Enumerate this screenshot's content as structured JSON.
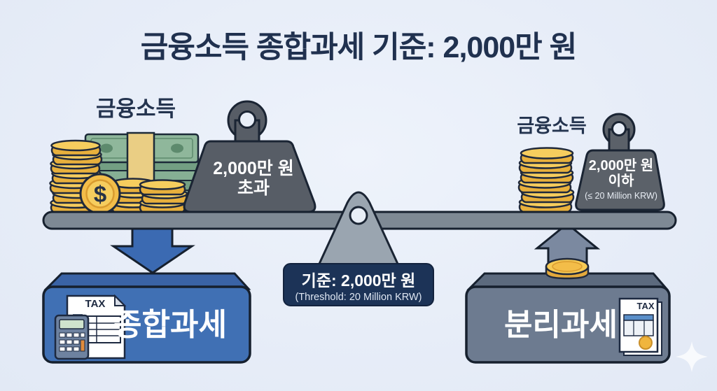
{
  "title": "금융소득 종합과세 기준: 2,000만 원",
  "left_side": {
    "income_label": "금융소득",
    "coin_symbol": "$",
    "weight": {
      "line1": "2,000만 원",
      "line2": "초과"
    },
    "arrow_direction": "down",
    "tax_box": {
      "label": "종합과세",
      "doc_label": "TAX"
    }
  },
  "right_side": {
    "income_label": "금융소득",
    "weight": {
      "line1": "2,000만 원",
      "line2": "이하",
      "line3": "(≤ 20 Million KRW)"
    },
    "arrow_direction": "up",
    "tax_box": {
      "label": "분리과세",
      "doc_label": "TAX"
    }
  },
  "fulcrum_badge": {
    "line1": "기준: 2,000만 원",
    "line2": "(Threshold: 20 Million KRW)"
  },
  "colors": {
    "background": "#e8eef7",
    "title_navy": "#20314f",
    "beam_gray": "#7e8994",
    "fulcrum_gray": "#9aa5b0",
    "weight_gray": "#575d66",
    "coin_gold": "#f3c24d",
    "bill_green": "#84ad92",
    "comprehensive_box_blue": "#4070b4",
    "separate_box_slate": "#6d7b90",
    "badge_navy": "#1c3357",
    "outline_navy": "#1a2433"
  }
}
